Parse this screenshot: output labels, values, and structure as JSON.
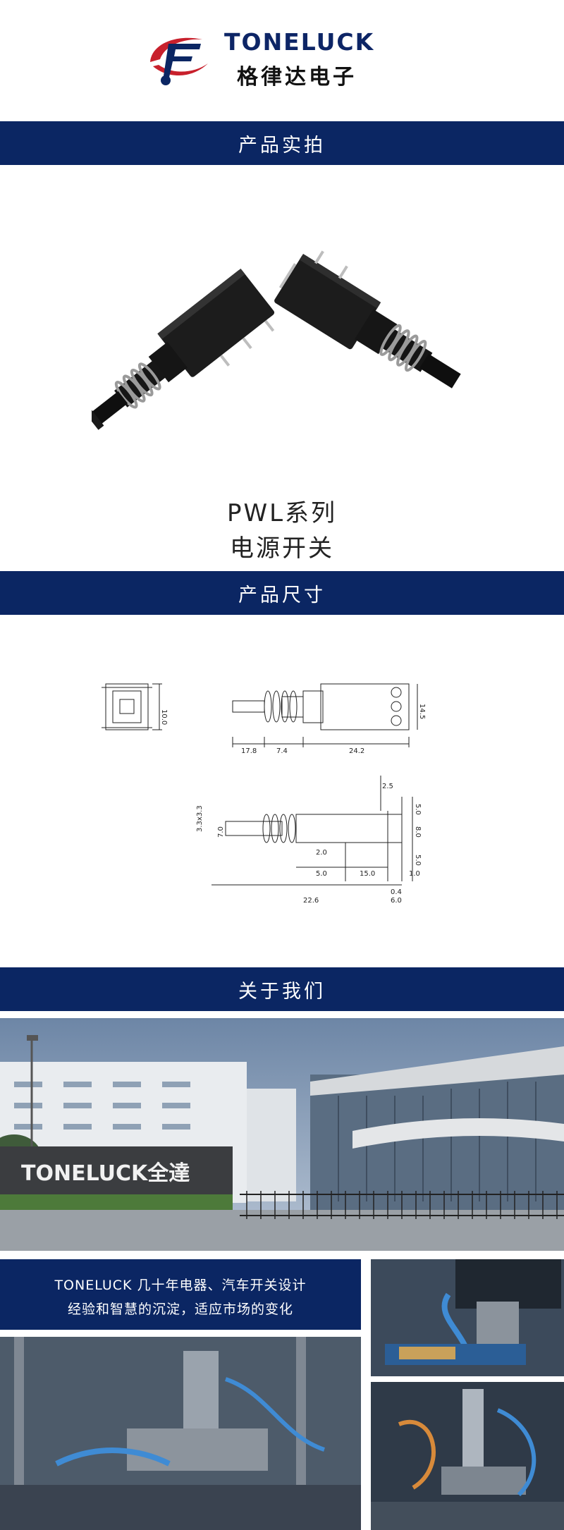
{
  "brand": {
    "name_en": "TONELUCK",
    "name_cn": "格律达电子"
  },
  "sections": {
    "photo": "产品实拍",
    "size": "产品尺寸",
    "about": "关于我们"
  },
  "product": {
    "series": "PWL系列",
    "type": "电源开关"
  },
  "dimensions": {
    "v1": [
      "10.0",
      "17.8",
      "7.4",
      "24.2",
      "14.5"
    ],
    "v2": [
      "2.5",
      "5.0",
      "8.0",
      "5.0",
      "1.0",
      "3.3x3.3",
      "7.0",
      "2.0",
      "5.0",
      "15.0",
      "0.4",
      "22.6",
      "6.0"
    ]
  },
  "about": {
    "sign": "TONELUCK全達",
    "line1": "TONELUCK 几十年电器、汽车开关设计",
    "line2": "经验和智慧的沉淀，适应市场的变化"
  },
  "colors": {
    "navy": "#0b2663",
    "red": "#c8202c"
  }
}
